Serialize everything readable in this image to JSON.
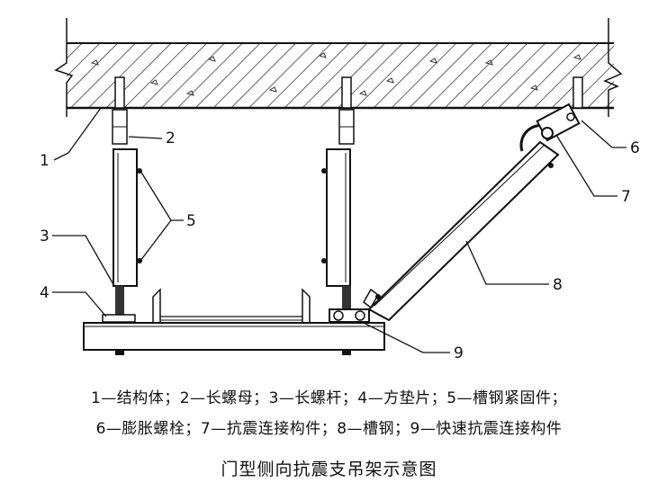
{
  "callouts": {
    "c1": "1",
    "c2": "2",
    "c3": "3",
    "c4": "4",
    "c5": "5",
    "c6": "6",
    "c7": "7",
    "c8": "8",
    "c9": "9"
  },
  "legend": {
    "line1": "1—结构体；2—长螺母；3—长螺杆；4—方垫片；5—槽钢紧固件；",
    "line2": "6—膨胀螺栓；7—抗震连接构件；8—槽钢；9—快速抗震连接构件"
  },
  "title": "门型侧向抗震支吊架示意图"
}
